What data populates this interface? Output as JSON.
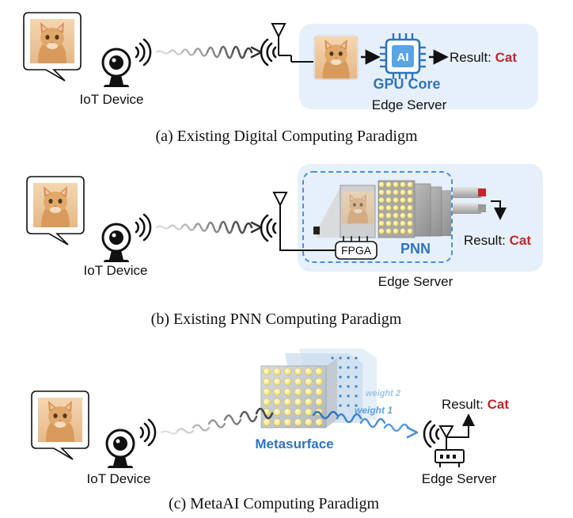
{
  "panel_a": {
    "device_label": "IoT Device",
    "gpu_chip_text": "AI",
    "gpu_label": "GPU Core",
    "server_label": "Edge Server",
    "result_prefix": "Result: ",
    "result_value": "Cat",
    "caption": "(a) Existing Digital Computing Paradigm"
  },
  "panel_b": {
    "device_label": "IoT Device",
    "fpga_label": "FPGA",
    "pnn_label": "PNN",
    "server_label": "Edge Server",
    "result_prefix": "Result: ",
    "result_value": "Cat",
    "caption": "(b) Existing PNN Computing Paradigm"
  },
  "panel_c": {
    "device_label": "IoT Device",
    "weight2_label": "weight 2",
    "weight1_label": "weight 1",
    "metasurface_label": "Metasurface",
    "server_label": "Edge Server",
    "result_prefix": "Result: ",
    "result_value": "Cat",
    "caption": "(c) MetaAI Computing Paradigm"
  },
  "colors": {
    "accent_blue": "#2f74c0",
    "result_red": "#c0282b",
    "panel_bg": "#e6f0fa",
    "lens_yellow": "#fbeea0"
  },
  "icons": [
    "cat-photo",
    "camera-icon",
    "antenna-icon",
    "wifi-waves-icon",
    "ai-chip-icon",
    "router-icon"
  ]
}
